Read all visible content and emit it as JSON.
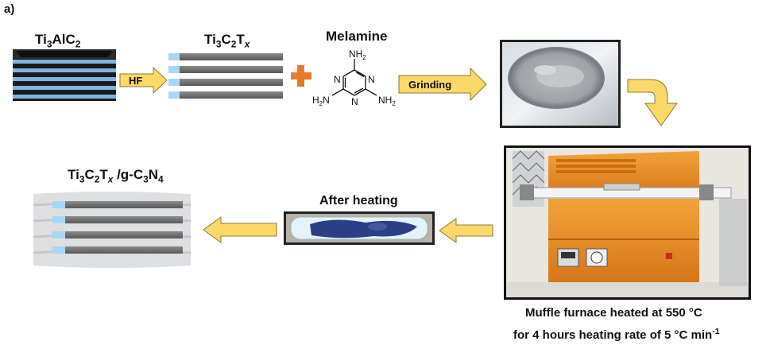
{
  "panel_label": "a)",
  "labels": {
    "ti3alc2": {
      "base": "Ti",
      "s1": "3",
      "mid": "AlC",
      "s2": "2"
    },
    "ti3c2tx": {
      "base": "Ti",
      "s1": "3",
      "mid": "C",
      "s2": "2",
      "end": "T",
      "sx": "x"
    },
    "melamine": "Melamine",
    "composite": {
      "a": "Ti",
      "s1": "3",
      "b": "C",
      "s2": "2",
      "c": "T",
      "sx": "x",
      "d": " /g-C",
      "s3": "3",
      "e": "N",
      "s4": "4"
    },
    "after_heating": "After heating",
    "furnace_line1": "Muffle furnace  heated at 550 °C",
    "furnace_line2_pre": "for 4 hours heating rate of 5 °C min",
    "furnace_line2_sup": "-1"
  },
  "arrows": {
    "hf": "HF",
    "grinding": "Grinding"
  },
  "melamine_atoms": {
    "nh2_top": "NH",
    "nh2_top_sub": "2",
    "n": "N",
    "h2n_left": "H",
    "h2n_left_sub": "2",
    "h2n_left_end": "N",
    "nh2_right": "NH",
    "nh2_right_sub": "2"
  },
  "colors": {
    "arrow_fill": "#fbd968",
    "arrow_stroke": "#8c7a3a",
    "plus": "#e87a2e",
    "layer_blue": "#a9d6f5",
    "layer_gray": "#6a6a6a",
    "furnace": "#e68a1c"
  }
}
